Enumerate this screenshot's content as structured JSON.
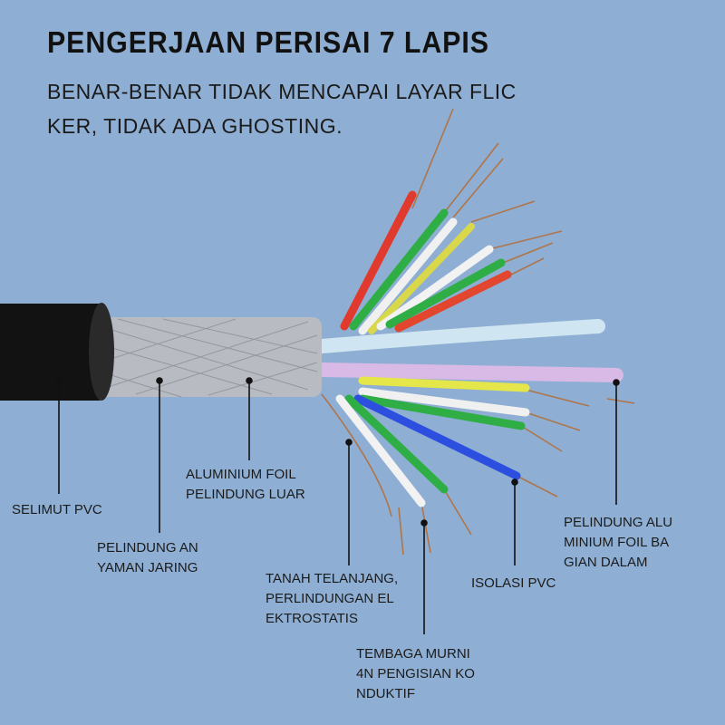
{
  "header": {
    "title": "PENGERJAAN PERISAI 7 LAPIS",
    "subtitle_line1": "BENAR-BENAR TIDAK MENCAPAI LAYAR FLIC",
    "subtitle_line2": "KER, TIDAK ADA GHOSTING."
  },
  "labels": {
    "selimut": [
      "SELIMUT PVC"
    ],
    "anyaman": [
      "PELINDUNG AN",
      "YAMAN JARING"
    ],
    "foil_luar": [
      "ALUMINIUM FOIL",
      "PELINDUNG LUAR"
    ],
    "tanah": [
      "TANAH TELANJANG,",
      "PERLINDUNGAN EL",
      "EKTROSTATIS"
    ],
    "tembaga": [
      "TEMBAGA MURNI",
      "4N PENGISIAN KO",
      "NDUKTIF"
    ],
    "isolasi": [
      "ISOLASI PVC"
    ],
    "foil_dalam": [
      "PELINDUNG ALU",
      "MINIUM FOIL BA",
      "GIAN DALAM"
    ]
  },
  "colors": {
    "background": "#8eafd3",
    "jacket": "#111111",
    "braid": "#b8bcc2",
    "copper": "#b87a4e"
  }
}
